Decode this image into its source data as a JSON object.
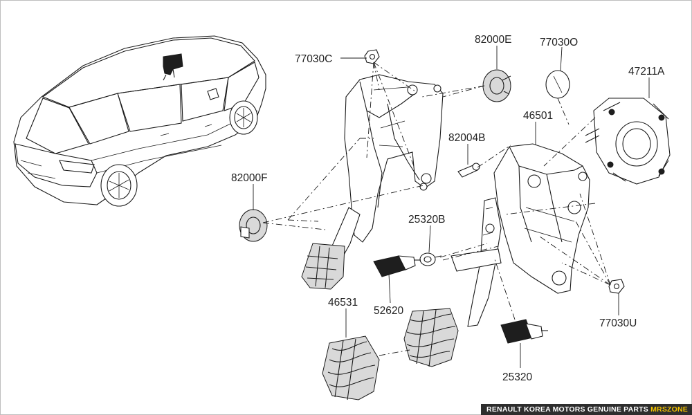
{
  "parts": [
    {
      "id": "77030C"
    },
    {
      "id": "82000E"
    },
    {
      "id": "77030O"
    },
    {
      "id": "47211A"
    },
    {
      "id": "46501"
    },
    {
      "id": "82004B"
    },
    {
      "id": "82000F"
    },
    {
      "id": "25320B"
    },
    {
      "id": "46531"
    },
    {
      "id": "52620"
    },
    {
      "id": "77030U"
    },
    {
      "id": "25320"
    }
  ],
  "footer": {
    "text": "RENAULT KOREA MOTORS GENUINE PARTS ",
    "brand": "MRSZONE"
  },
  "colors": {
    "line": "#1a1a1a",
    "footer_bg": "#2e2e2e",
    "brand_accent": "#f2c200"
  }
}
